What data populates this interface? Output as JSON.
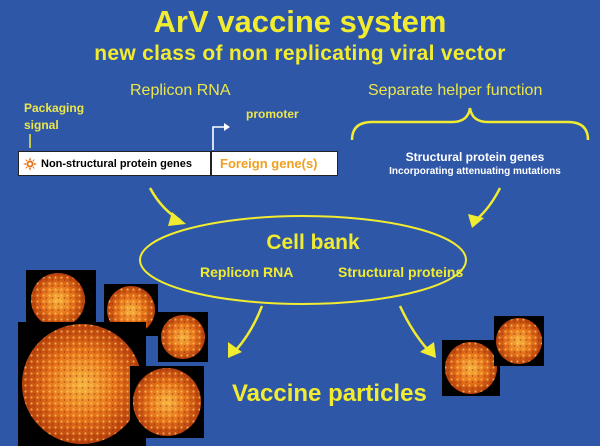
{
  "title": "ArV vaccine system",
  "subtitle": "new class of non replicating viral vector",
  "replicon_label": "Replicon RNA",
  "helper_label": "Separate helper function",
  "packaging_line1": "Packaging",
  "packaging_line2": "signal",
  "promoter_label": "promoter",
  "gene_nonstructural": "Non-structural protein genes",
  "gene_foreign": "Foreign gene(s)",
  "structural_genes": "Structural protein genes",
  "structural_note": "Incorporating attenuating mutations",
  "cell_bank": "Cell bank",
  "cell_replicon": "Replicon RNA",
  "cell_structural": "Structural proteins",
  "vaccine_particles": "Vaccine particles",
  "colors": {
    "background": "#2f57a8",
    "title_yellow": "#f2ec30",
    "particle_orange": "#e8741a"
  }
}
